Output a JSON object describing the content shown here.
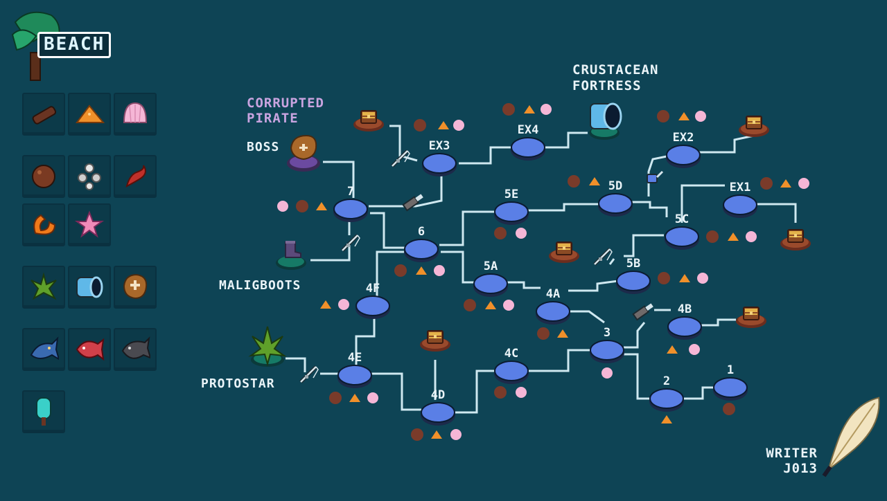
{
  "area": {
    "name": "BEACH"
  },
  "credit": {
    "line1": "WRITER",
    "line2": "J013"
  },
  "colors": {
    "background": "#0e4455",
    "path": "#cfe8f0",
    "node": "#5a7fe6",
    "label": "#eaf4f8",
    "boss_label": "#c9a4e0",
    "orange": "#f0902a",
    "pink": "#f5b6d6",
    "brown": "#7a3b2a"
  },
  "inventory": [
    {
      "icon": "driftwood-icon"
    },
    {
      "icon": "sand-pile-icon"
    },
    {
      "icon": "seashell-icon"
    },
    {
      "icon": "coconut-icon"
    },
    {
      "icon": "pebbles-icon"
    },
    {
      "icon": "red-kelp-icon"
    },
    {
      "icon": "claw-icon"
    },
    {
      "icon": "starfish-icon"
    },
    {
      "icon": "seaweed-star-icon"
    },
    {
      "icon": "blue-tube-icon"
    },
    {
      "icon": "sack-icon"
    },
    {
      "icon": "blue-fish-icon"
    },
    {
      "icon": "red-fish-icon"
    },
    {
      "icon": "gray-fish-icon"
    },
    {
      "icon": "popsicle-icon"
    }
  ],
  "labels": {
    "corrupted_pirate_1": "CORRUPTED",
    "corrupted_pirate_2": "PIRATE",
    "boss": "BOSS",
    "maligboots": "MALIGBOOTS",
    "protostar": "PROTOSTAR",
    "crustacean_1": "CRUSTACEAN",
    "crustacean_2": "FORTRESS"
  },
  "nodes": [
    {
      "id": "7",
      "label": "7"
    },
    {
      "id": "6",
      "label": "6"
    },
    {
      "id": "EX3",
      "label": "EX3"
    },
    {
      "id": "EX4",
      "label": "EX4"
    },
    {
      "id": "EX2",
      "label": "EX2"
    },
    {
      "id": "EX1",
      "label": "EX1"
    },
    {
      "id": "5E",
      "label": "5E"
    },
    {
      "id": "5D",
      "label": "5D"
    },
    {
      "id": "5C",
      "label": "5C"
    },
    {
      "id": "5B",
      "label": "5B"
    },
    {
      "id": "5A",
      "label": "5A"
    },
    {
      "id": "4A",
      "label": "4A"
    },
    {
      "id": "4B",
      "label": "4B"
    },
    {
      "id": "4C",
      "label": "4C"
    },
    {
      "id": "4D",
      "label": "4D"
    },
    {
      "id": "4E",
      "label": "4E"
    },
    {
      "id": "4F",
      "label": "4F"
    },
    {
      "id": "3",
      "label": "3"
    },
    {
      "id": "2",
      "label": "2"
    },
    {
      "id": "1",
      "label": "1"
    }
  ]
}
